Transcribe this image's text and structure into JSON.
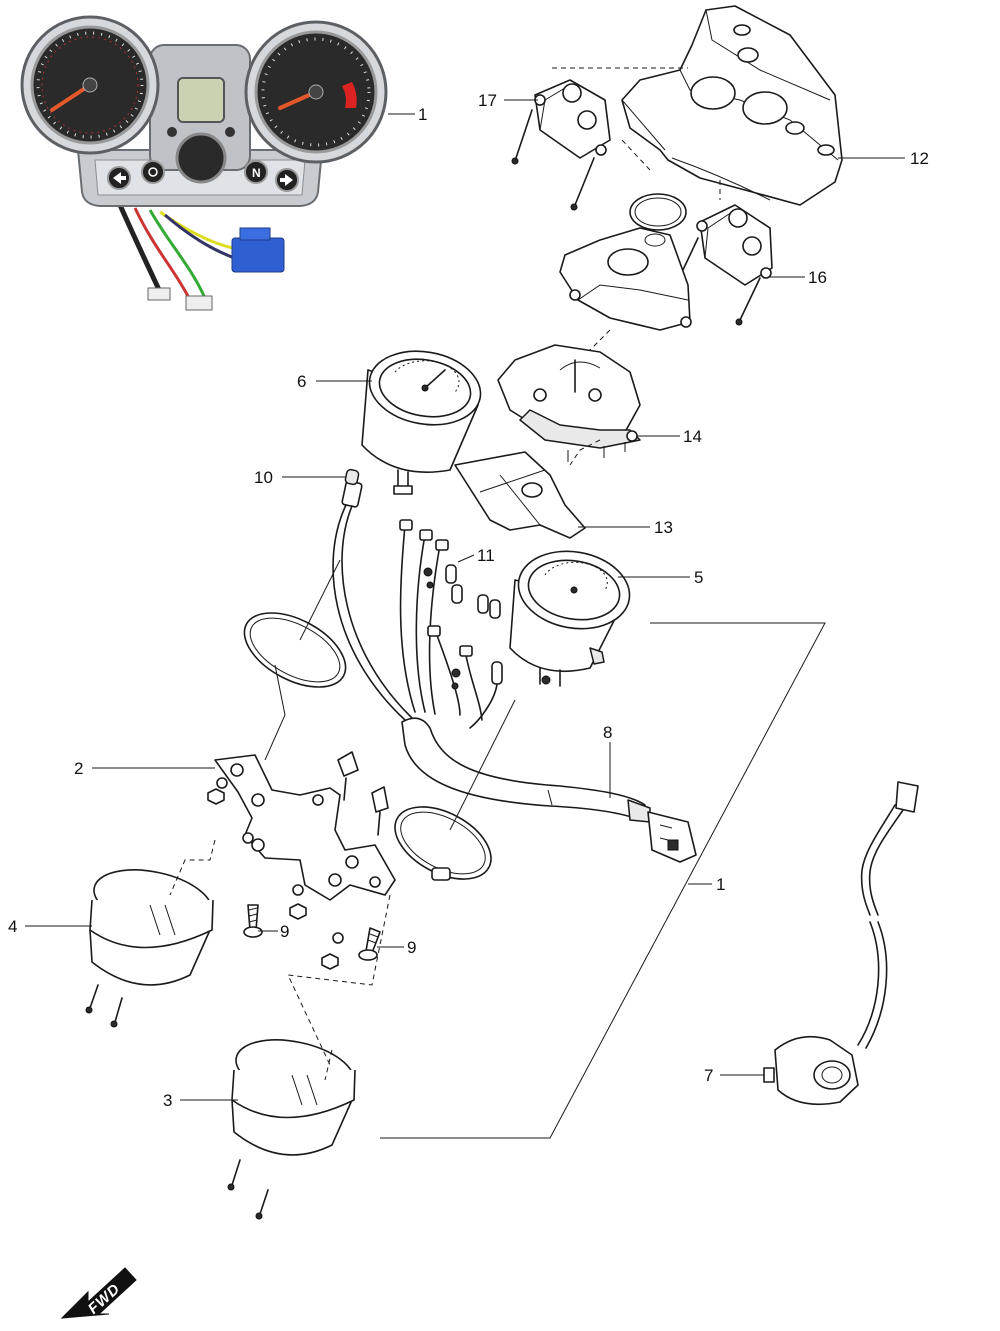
{
  "diagram": {
    "callouts": {
      "c1_top": "1",
      "c1_lower": "1",
      "c2": "2",
      "c3": "3",
      "c4": "4",
      "c5": "5",
      "c6": "6",
      "c7": "7",
      "c8": "8",
      "c9_left": "9",
      "c9_right": "9",
      "c10": "10",
      "c11": "11",
      "c12": "12",
      "c13": "13",
      "c14": "14",
      "c16": "16",
      "c17": "17"
    },
    "direction_marker": "FWD",
    "photo_colors": {
      "chrome": "#b9bcc2",
      "dial": "#2a2a2a",
      "needle": "#e2582a",
      "connector": "#2f5fd0"
    }
  }
}
